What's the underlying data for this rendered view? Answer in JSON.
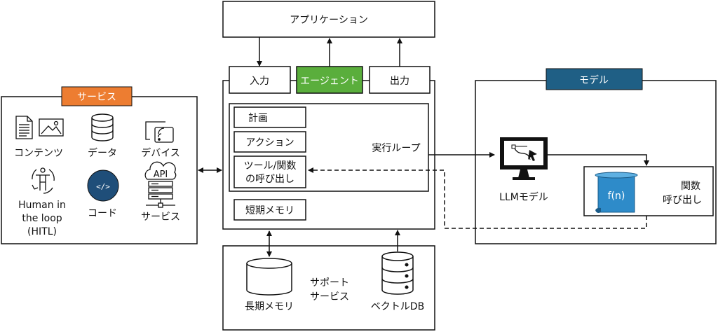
{
  "colors": {
    "services_header": "#ED7D31",
    "agent_box": "#5AAE3C",
    "model_header": "#1F5F85",
    "code_circle": "#1F4E79",
    "function_scroll": "#2E8BC9",
    "line": "#111111"
  },
  "application": {
    "label": "アプリケーション"
  },
  "agent": {
    "input_label": "入力",
    "agent_label": "エージェント",
    "output_label": "出力",
    "planning_label": "計画",
    "action_label": "アクション",
    "tool_label_line1": "ツール/関数",
    "tool_label_line2": "の呼び出し",
    "loop_label": "実行ループ",
    "short_memory_label": "短期メモリ"
  },
  "services": {
    "title": "サービス",
    "items": {
      "content": "コンテンツ",
      "data": "データ",
      "device": "デバイス",
      "hitl_line1": "Human in",
      "hitl_line2": "the loop",
      "hitl_line3": "(HITL)",
      "code": "コード",
      "code_glyph": "</>",
      "service": "サービス",
      "api_glyph": "API"
    }
  },
  "model": {
    "title": "モデル",
    "llm_label": "LLMモデル",
    "function_glyph": "f(n)",
    "function_line1": "関数",
    "function_line2": "呼び出し"
  },
  "support": {
    "long_memory_label": "長期メモリ",
    "title_line1": "サポート",
    "title_line2": "サービス",
    "vector_db_label": "ベクトルDB"
  },
  "icons": {
    "document": "document-icon",
    "image": "image-icon",
    "database": "database-icon",
    "device": "device-icon",
    "human": "human-icon",
    "code": "code-icon",
    "server": "server-icon",
    "monitor": "monitor-icon",
    "scroll": "scroll-icon",
    "cylinder": "cylinder-icon"
  }
}
